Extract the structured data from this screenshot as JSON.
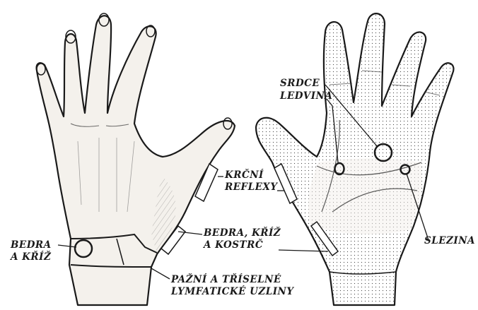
{
  "labels": {
    "srdce": "SRDCE",
    "ledvina": "LEDVINA",
    "krcni": [
      "KRČNÍ",
      "REFLEXY"
    ],
    "bedra_left": [
      "BEDRA",
      "A KŘÍŽ"
    ],
    "bedra_right": [
      "BEDRA, KŘÍŽ",
      "A KOSTRČ"
    ],
    "pazni": [
      "PAŽNÍ A TŘÍSELNÉ",
      "LYMFATICKÉ UZLINY"
    ],
    "slezina": "SLEZINA"
  },
  "colors": {
    "ink": "#1a1a1a",
    "skin": "#f4f1ec",
    "paper": "#ffffff"
  }
}
